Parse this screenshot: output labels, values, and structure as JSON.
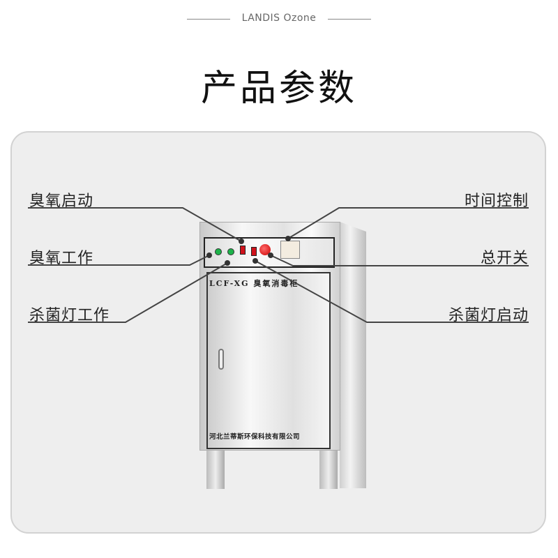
{
  "brand": "LANDIS Ozone",
  "title": "产品参数",
  "product": {
    "model": "LCF-XG  臭氧消毒柜",
    "company": "河北兰蒂斯环保科技有限公司"
  },
  "labels": {
    "ozone_start": "臭氧启动",
    "ozone_work": "臭氧工作",
    "uv_work": "杀菌灯工作",
    "time_control": "时间控制",
    "main_switch": "总开关",
    "uv_start": "杀菌灯启动"
  },
  "colors": {
    "panel": "#eeeeee",
    "indicator": "#1db34a",
    "switch": "#d0121b"
  }
}
